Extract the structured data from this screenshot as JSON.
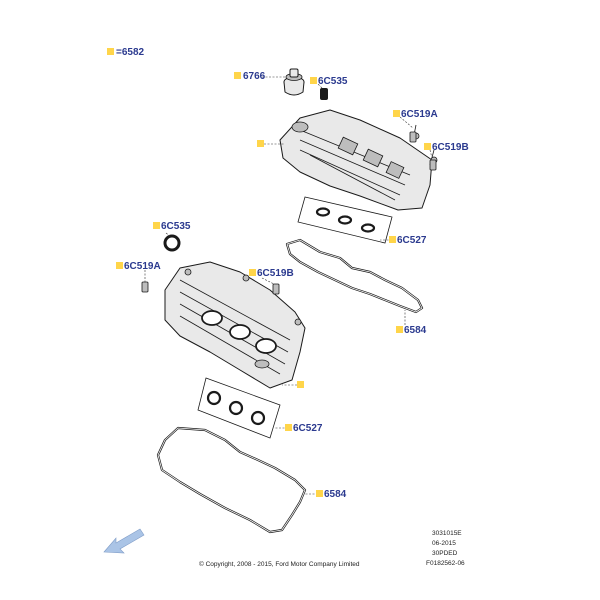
{
  "legend": {
    "text": "=6582"
  },
  "callouts": [
    {
      "id": "c-6766",
      "label": "6766"
    },
    {
      "id": "c-6c535-top",
      "label": "6C535"
    },
    {
      "id": "c-6c519a-r",
      "label": "6C519A"
    },
    {
      "id": "c-6c519b-r",
      "label": "6C519B"
    },
    {
      "id": "c-6c527-r",
      "label": "6C527"
    },
    {
      "id": "c-6584-r",
      "label": "6584"
    },
    {
      "id": "c-6c535-l",
      "label": "6C535"
    },
    {
      "id": "c-6c519a-l",
      "label": "6C519A"
    },
    {
      "id": "c-6c519b-l",
      "label": "6C519B"
    },
    {
      "id": "c-6c527-l",
      "label": "6C527"
    },
    {
      "id": "c-6584-l",
      "label": "6584"
    }
  ],
  "footer": {
    "copyright": "© Copyright, 2008 - 2015, Ford Motor Company Limited",
    "ref_lines": [
      "3031015E",
      "06-2015",
      "30PDED",
      "F0182562-06"
    ]
  },
  "colors": {
    "marker": "#ffd54a",
    "label": "#2b3a8f",
    "arrow": "#aac4e6"
  }
}
